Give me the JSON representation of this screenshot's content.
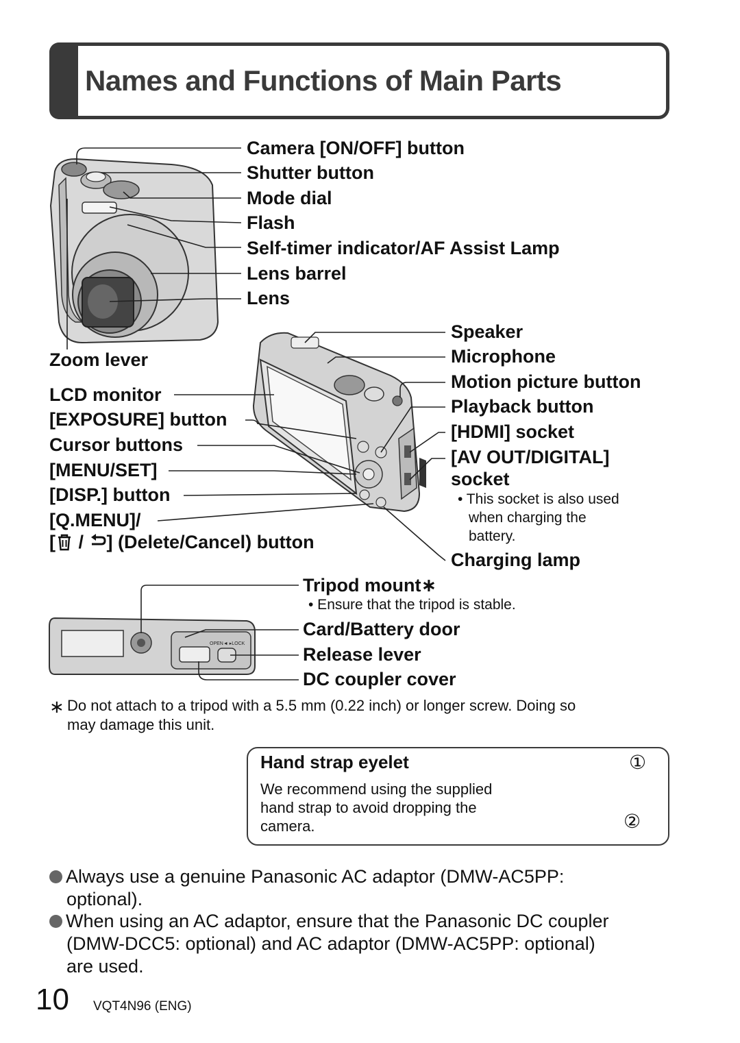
{
  "title": "Names and Functions of Main Parts",
  "front_labels": [
    "Camera [ON/OFF] button",
    "Shutter button",
    "Mode dial",
    "Flash",
    "Self-timer indicator/AF Assist Lamp",
    "Lens barrel",
    "Lens"
  ],
  "back_left_labels": {
    "zoom_lever": "Zoom lever",
    "lcd_monitor": "LCD monitor",
    "exposure_button": "[EXPOSURE] button",
    "cursor_buttons": "Cursor buttons",
    "menu_set": "[MENU/SET]",
    "disp_button": "[DISP.] button",
    "q_menu": "[Q.MENU]/",
    "delete_cancel_prefix": "[",
    "delete_cancel_slash": "/",
    "delete_cancel_suffix": "] (Delete/Cancel) button"
  },
  "back_right_labels": {
    "speaker": "Speaker",
    "microphone": "Microphone",
    "motion_picture_button": "Motion picture button",
    "playback_button": "Playback button",
    "hdmi_socket": "[HDMI] socket",
    "av_out_line1": "[AV OUT/DIGITAL]",
    "av_out_line2": "socket",
    "av_note_line1": "• This socket is also used",
    "av_note_line2": "when charging the",
    "av_note_line3": "battery.",
    "charging_lamp": "Charging lamp"
  },
  "bottom_labels": {
    "tripod_mount": "Tripod mount∗",
    "tripod_note": "• Ensure that the tripod is stable.",
    "card_battery_door": "Card/Battery door",
    "release_lever": "Release lever",
    "dc_coupler_cover": "DC coupler cover",
    "open_lock": "OPEN◄ ▸LOCK"
  },
  "footnote": {
    "mark": "∗",
    "line1": "Do not attach to a tripod with a 5.5 mm (0.22 inch) or longer screw. Doing so",
    "line2": "may damage this unit."
  },
  "hand_strap": {
    "title": "Hand strap eyelet",
    "line1": "We recommend using the supplied",
    "line2": "hand strap to avoid dropping the",
    "line3": "camera.",
    "step1": "①",
    "step2": "②"
  },
  "bullets": [
    {
      "line1": "Always use a genuine Panasonic AC adaptor (DMW-AC5PP:",
      "line2": "optional)."
    },
    {
      "line1": "When using an AC adaptor, ensure that the Panasonic DC coupler",
      "line2": "(DMW-DCC5: optional) and AC adaptor (DMW-AC5PP: optional)",
      "line3": "are used."
    }
  ],
  "footer": {
    "page_number": "10",
    "doc_code": "VQT4N96 (ENG)"
  },
  "colors": {
    "title_dark": "#3a3a3a",
    "bullet_gray": "#666666"
  }
}
